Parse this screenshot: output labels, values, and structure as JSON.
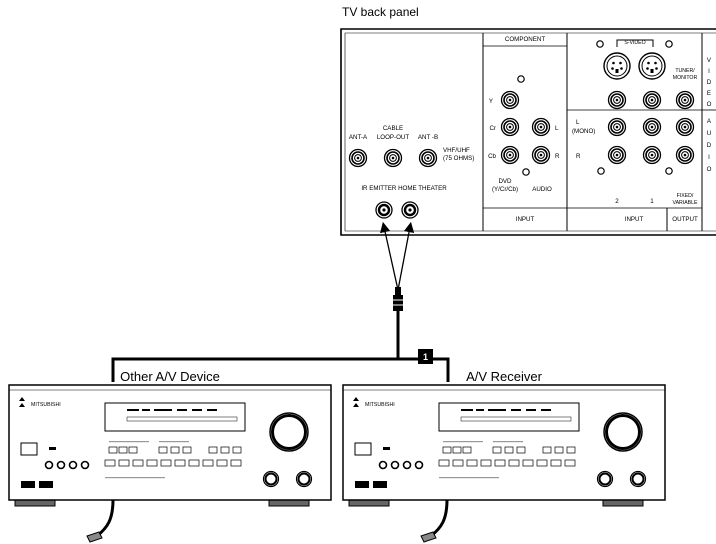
{
  "tv_panel": {
    "title": "TV back panel",
    "antenna": {
      "ant_a": "ANT-A",
      "cable_line1": "CABLE",
      "cable_line2": "LOOP-OUT",
      "ant_b": "ANT -B",
      "vhf_line1": "VHF/UHF",
      "vhf_line2": "(75 OHMS)"
    },
    "ir_label": "IR EMITTER HOME THEATER",
    "component": {
      "header": "COMPONENT",
      "y": "Y",
      "cr": "Cr",
      "cb": "Cb",
      "l": "L",
      "r": "R",
      "dvd_line1": "DVD",
      "dvd_line2": "(Y/Cr/Cb)",
      "audio": "AUDIO",
      "footer": "INPUT"
    },
    "svideo_section": {
      "header": "S-VIDEO",
      "l": "L",
      "mono": "(MONO)",
      "r": "R",
      "in2": "2",
      "in1": "1",
      "footer": "INPUT"
    },
    "output_section": {
      "tuner_line1": "TUNER/",
      "tuner_line2": "MONITOR",
      "fixed_line1": "FIXED/",
      "fixed_line2": "VARIABLE",
      "footer": "OUTPUT"
    },
    "video_letters": [
      "V",
      "I",
      "D",
      "E",
      "O"
    ],
    "audio_letters": [
      "A",
      "U",
      "D",
      "I",
      "O"
    ]
  },
  "callout_number": "1",
  "devices": [
    {
      "title": "Other A/V Device",
      "brand": "MITSUBISHI"
    },
    {
      "title": "A/V Receiver",
      "brand": "MITSUBISHI"
    }
  ]
}
